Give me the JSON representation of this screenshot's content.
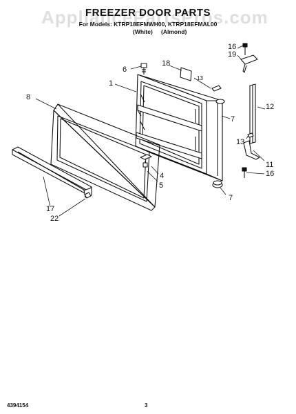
{
  "title": "FREEZER DOOR PARTS",
  "subtitle_line1": "For Models: KTRP18EFMWH00, KTRP18EFMAL00",
  "subtitle_line2_left": "(White)",
  "subtitle_line2_right": "(Almond)",
  "watermark": "AppliancePartsPros.com",
  "footer_left": "4394154",
  "footer_center": "3",
  "callouts": {
    "c1": "1",
    "c4": "4",
    "c5": "5",
    "c6": "6",
    "c7a": "7",
    "c7b": "7",
    "c8": "8",
    "c11": "11",
    "c12": "12",
    "c13a": "13",
    "c13b": "13",
    "c16a": "16",
    "c16b": "16",
    "c17": "17",
    "c18": "18",
    "c19": "19",
    "c22": "22"
  }
}
